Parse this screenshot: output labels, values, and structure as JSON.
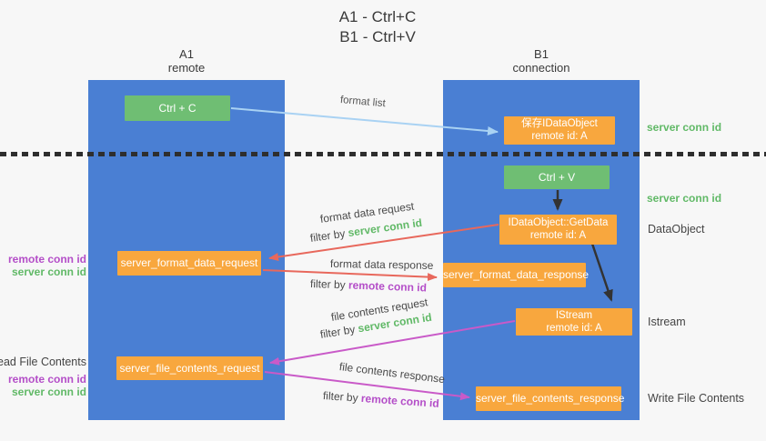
{
  "title": {
    "line1": "A1 - Ctrl+C",
    "line2": "B1 - Ctrl+V"
  },
  "columns": {
    "a1": {
      "id": "A1",
      "role": "remote"
    },
    "b1": {
      "id": "B1",
      "role": "connection"
    }
  },
  "boxes": {
    "ctrl_c": "Ctrl + C",
    "ctrl_v": "Ctrl + V",
    "save_idataobject": {
      "line1": "保存IDataObject",
      "line2": "remote id: A"
    },
    "getdata": {
      "line1": "IDataObject::GetData",
      "line2": "remote id: A"
    },
    "istream": {
      "line1": "IStream",
      "line2": "remote id: A"
    },
    "format_request": "server_format_data_request",
    "format_response": "server_format_data_response",
    "file_request": "server_file_contents_request",
    "file_response": "server_file_contents_response"
  },
  "right_labels": {
    "server_conn_id_top": "server conn id",
    "server_conn_id_mid": "server conn id",
    "dataobject": "DataObject",
    "istream": "Istream",
    "write_file_contents": "Write File Contents"
  },
  "left_labels": {
    "remote_conn_id_top": "remote conn id",
    "server_conn_id_top": "server conn id",
    "read_file_contents": "Read File Contents",
    "remote_conn_id_bottom": "remote conn id",
    "server_conn_id_bottom": "server conn id"
  },
  "arrow_labels": {
    "format_list": "format list",
    "format_data_request": "format data request",
    "format_data_response": "format data response",
    "file_contents_request": "file contents request",
    "file_contents_response": "file contents response",
    "filter_by": "filter by ",
    "server_conn_id": "server conn id",
    "remote_conn_id": "remote conn id"
  },
  "colors": {
    "column_blue": "#4a7fd3",
    "green_box": "#6fbe73",
    "orange_box": "#f8a73e",
    "green_text": "#61b967",
    "purple_text": "#b44ec8",
    "arrow_blue": "#a9d2f3",
    "arrow_red": "#e8685c",
    "arrow_magenta": "#c95ac8",
    "arrow_black": "#333333"
  }
}
